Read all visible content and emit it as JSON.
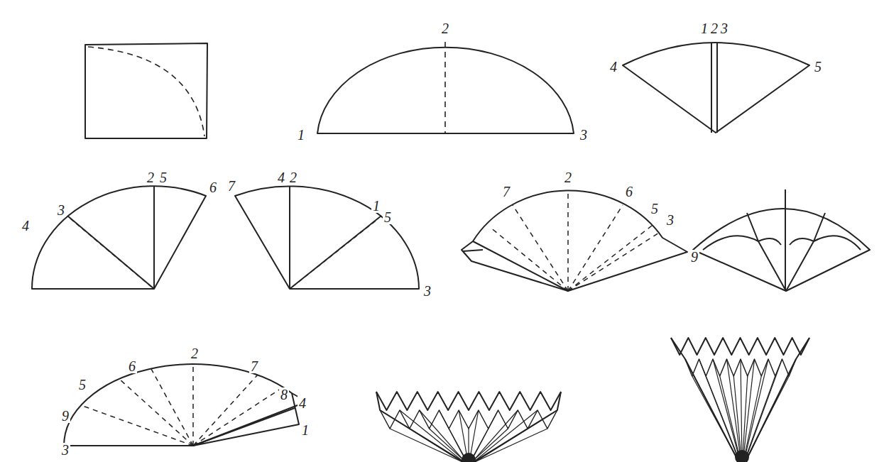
{
  "diagram": {
    "labels": [
      "2",
      "1",
      "3",
      "1",
      "2",
      "3",
      "4",
      "5",
      "4",
      "3",
      "2",
      "5",
      "6",
      "7",
      "4",
      "2",
      "1",
      "5",
      "3",
      "7",
      "2",
      "6",
      "5",
      "3",
      "9",
      "3",
      "9",
      "5",
      "6",
      "2",
      "7",
      "8",
      "4",
      "1"
    ]
  }
}
